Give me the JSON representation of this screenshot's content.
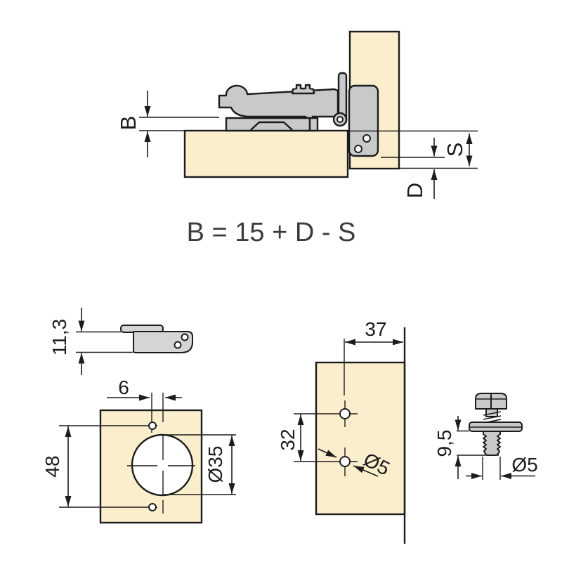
{
  "formula": {
    "text": "B = 15 + D - S"
  },
  "cross_section": {
    "dim_b": "B",
    "dim_s": "S",
    "dim_d": "D"
  },
  "plate_side_view": {
    "dim_height": "11,3"
  },
  "door_drilling": {
    "dim_offset": "6",
    "dim_spacing": "48",
    "dim_cup_diameter": "Ø35"
  },
  "panel_drilling": {
    "dim_edge_distance": "37",
    "dim_spacing": "32",
    "dim_hole_diameter": "Ø5"
  },
  "screw_detail": {
    "dim_length": "9,5",
    "dim_diameter": "Ø5"
  },
  "colors": {
    "wood": "#FAEECD",
    "metal": "#C8C9CB",
    "metal_light": "#D4D5D6",
    "line": "#1C1C1C",
    "formula_text": "#3C3C3C",
    "hole": "#FFFFFF",
    "bg": "#FFFFFF"
  }
}
